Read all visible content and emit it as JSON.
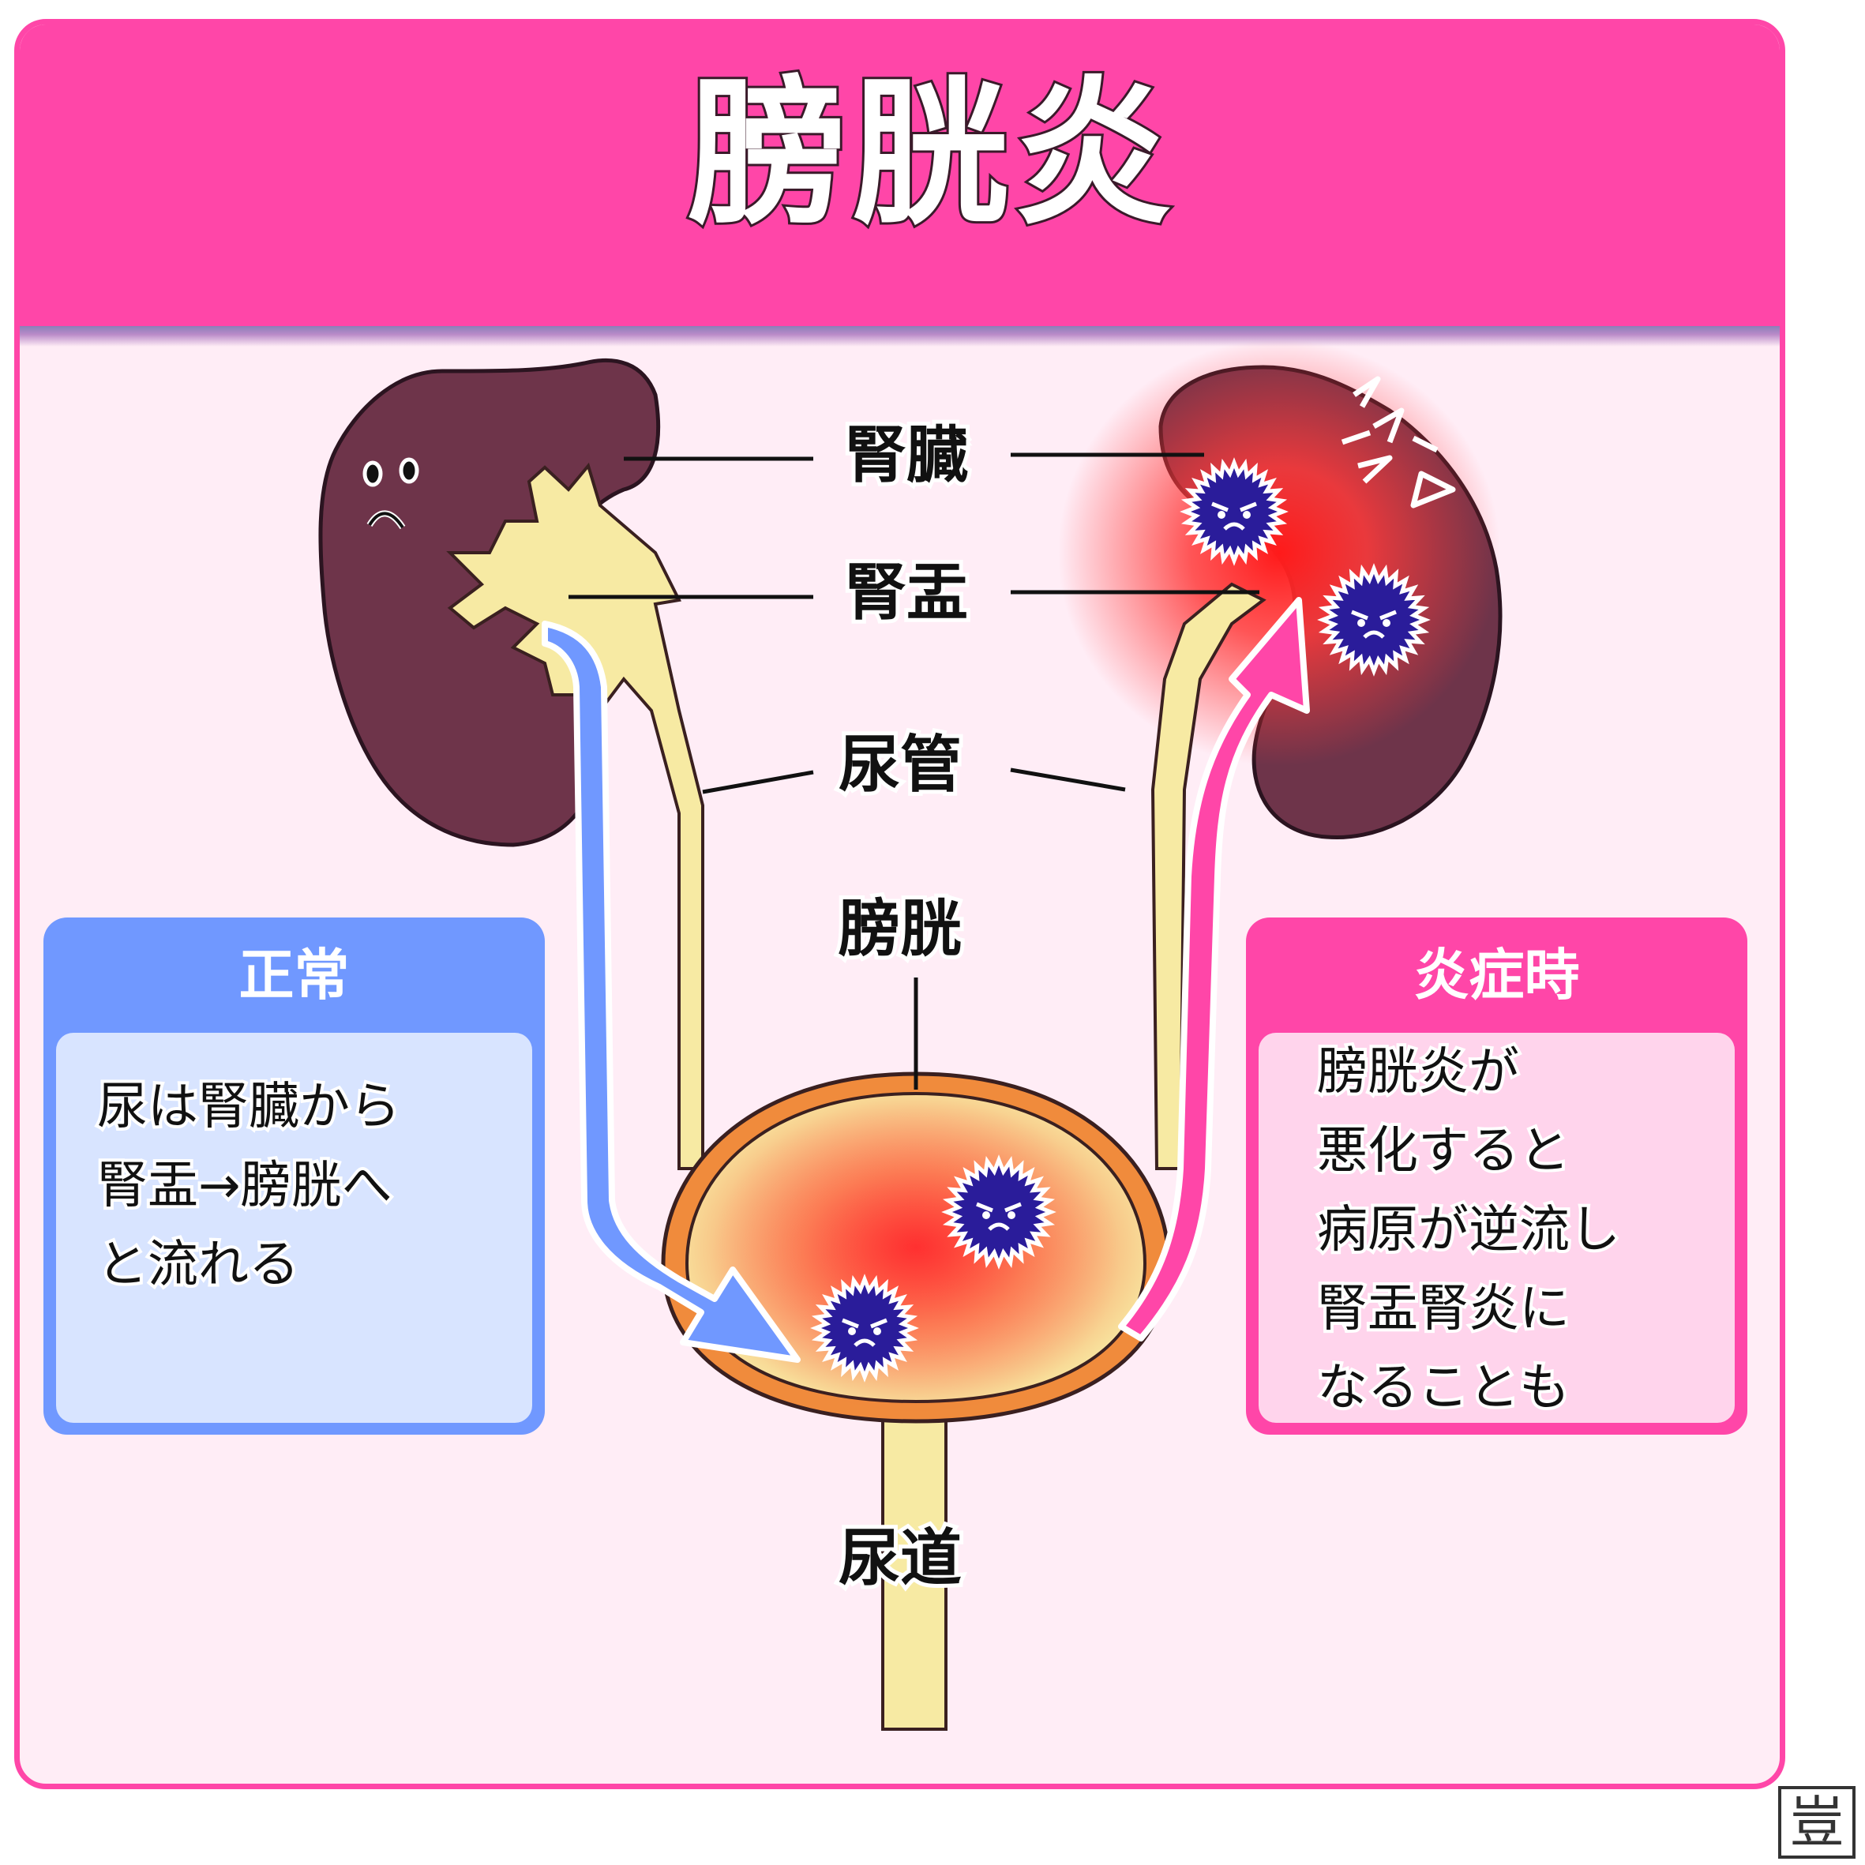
{
  "title": "膀胱炎",
  "labels": {
    "kidney": "腎臓",
    "renal_pelvis": "腎盂",
    "ureter": "尿管",
    "bladder": "膀胱",
    "urethra": "尿道"
  },
  "panel_normal": {
    "heading": "正常",
    "lines": [
      "尿は腎臓から",
      "腎盂→膀胱へ",
      "と流れる"
    ]
  },
  "panel_inflammation": {
    "heading": "炎症時",
    "lines": [
      "膀胱炎が",
      "悪化すると",
      "病原が逆流し",
      "腎盂腎炎に",
      "なることも"
    ]
  },
  "colors": {
    "accent_pink": "#ff46a8",
    "normal_blue": "#7098ff",
    "kidney": "#6e344a",
    "urine": "#f7eaa3",
    "bladder_wall": "#f08b3c",
    "germ": "#2a1c9a"
  },
  "icons": [
    "germ-icon",
    "kidney-face-icon",
    "pain-mark-icon",
    "flow-arrow-icon"
  ]
}
